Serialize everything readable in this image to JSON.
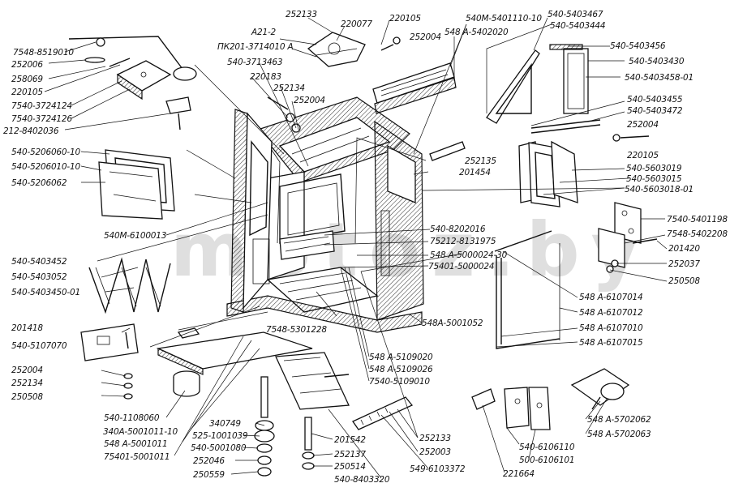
{
  "watermark": "motoz.by",
  "labels": [
    {
      "id": "l01",
      "text": "252133"
    },
    {
      "id": "l02",
      "text": "220077"
    },
    {
      "id": "l03",
      "text": "220105"
    },
    {
      "id": "l04",
      "text": "252004"
    },
    {
      "id": "l05",
      "text": "А21-2"
    },
    {
      "id": "l06",
      "text": "ПК201-3714010 А"
    },
    {
      "id": "l07",
      "text": "540-3713463"
    },
    {
      "id": "l08",
      "text": "220183"
    },
    {
      "id": "l09",
      "text": "252134"
    },
    {
      "id": "l10",
      "text": "252004"
    },
    {
      "id": "l11",
      "text": "540М-5401110-10"
    },
    {
      "id": "l12",
      "text": "548 А-5402020"
    },
    {
      "id": "l13",
      "text": "540-5403467"
    },
    {
      "id": "l14",
      "text": "540-5403444"
    },
    {
      "id": "l15",
      "text": "540-5403456"
    },
    {
      "id": "l16",
      "text": "540-5403430"
    },
    {
      "id": "l17",
      "text": "540-5403458-01"
    },
    {
      "id": "l18",
      "text": "540-5403455"
    },
    {
      "id": "l19",
      "text": "540-5403472"
    },
    {
      "id": "l20",
      "text": "252004"
    },
    {
      "id": "l21",
      "text": "220105"
    },
    {
      "id": "l22",
      "text": "540-5603019"
    },
    {
      "id": "l23",
      "text": "540-5603015"
    },
    {
      "id": "l24",
      "text": "540-5603018-01"
    },
    {
      "id": "l25",
      "text": "7548-8519010"
    },
    {
      "id": "l26",
      "text": "252006"
    },
    {
      "id": "l27",
      "text": "258069"
    },
    {
      "id": "l28",
      "text": "220105"
    },
    {
      "id": "l29",
      "text": "7540-3724124"
    },
    {
      "id": "l30",
      "text": "7540-3724126"
    },
    {
      "id": "l31",
      "text": "212-8402036"
    },
    {
      "id": "l32",
      "text": "540-5206060-10"
    },
    {
      "id": "l33",
      "text": "540-5206010-10"
    },
    {
      "id": "l34",
      "text": "540-5206062"
    },
    {
      "id": "l35",
      "text": "540М-6100013"
    },
    {
      "id": "l36",
      "text": "540-5403452"
    },
    {
      "id": "l37",
      "text": "540-5403052"
    },
    {
      "id": "l38",
      "text": "540-5403450-01"
    },
    {
      "id": "l39",
      "text": "252135"
    },
    {
      "id": "l40",
      "text": "201454"
    },
    {
      "id": "l41",
      "text": "540-8202016"
    },
    {
      "id": "l42",
      "text": "75212-8131975"
    },
    {
      "id": "l43",
      "text": "548 А-5000024-30"
    },
    {
      "id": "l44",
      "text": "75401-5000024"
    },
    {
      "id": "l45",
      "text": "7540-5401198"
    },
    {
      "id": "l46",
      "text": "7548-5402208"
    },
    {
      "id": "l47",
      "text": "201420"
    },
    {
      "id": "l48",
      "text": "252037"
    },
    {
      "id": "l49",
      "text": "250508"
    },
    {
      "id": "l50",
      "text": "548 А-6107014"
    },
    {
      "id": "l51",
      "text": "548 А-6107012"
    },
    {
      "id": "l52",
      "text": "548 А-6107010"
    },
    {
      "id": "l53",
      "text": "548 А-6107015"
    },
    {
      "id": "l54",
      "text": "548А-5001052"
    },
    {
      "id": "l55",
      "text": "201418"
    },
    {
      "id": "l56",
      "text": "540-5107070"
    },
    {
      "id": "l57",
      "text": "7548-5301228"
    },
    {
      "id": "l58",
      "text": "252004"
    },
    {
      "id": "l59",
      "text": "252134"
    },
    {
      "id": "l60",
      "text": "250508"
    },
    {
      "id": "l61",
      "text": "548 А-5109020"
    },
    {
      "id": "l62",
      "text": "548 А-5109026"
    },
    {
      "id": "l63",
      "text": "7540-5109010"
    },
    {
      "id": "l64",
      "text": "540-1108060"
    },
    {
      "id": "l65",
      "text": "340А-5001011-10"
    },
    {
      "id": "l66",
      "text": "548 А-5001011"
    },
    {
      "id": "l67",
      "text": "75401-5001011"
    },
    {
      "id": "l68",
      "text": "340749"
    },
    {
      "id": "l69",
      "text": "525-1001039"
    },
    {
      "id": "l70",
      "text": "540-5001080"
    },
    {
      "id": "l71",
      "text": "252046"
    },
    {
      "id": "l72",
      "text": "250559"
    },
    {
      "id": "l73",
      "text": "201542"
    },
    {
      "id": "l74",
      "text": "252137"
    },
    {
      "id": "l75",
      "text": "250514"
    },
    {
      "id": "l76",
      "text": "540-8403320"
    },
    {
      "id": "l77",
      "text": "252133"
    },
    {
      "id": "l78",
      "text": "252003"
    },
    {
      "id": "l79",
      "text": "549-6103372"
    },
    {
      "id": "l80",
      "text": "540-6106110"
    },
    {
      "id": "l81",
      "text": "500-6106101"
    },
    {
      "id": "l82",
      "text": "221664"
    },
    {
      "id": "l83",
      "text": "548 А-5702062"
    },
    {
      "id": "l84",
      "text": "548 А-5702063"
    }
  ]
}
